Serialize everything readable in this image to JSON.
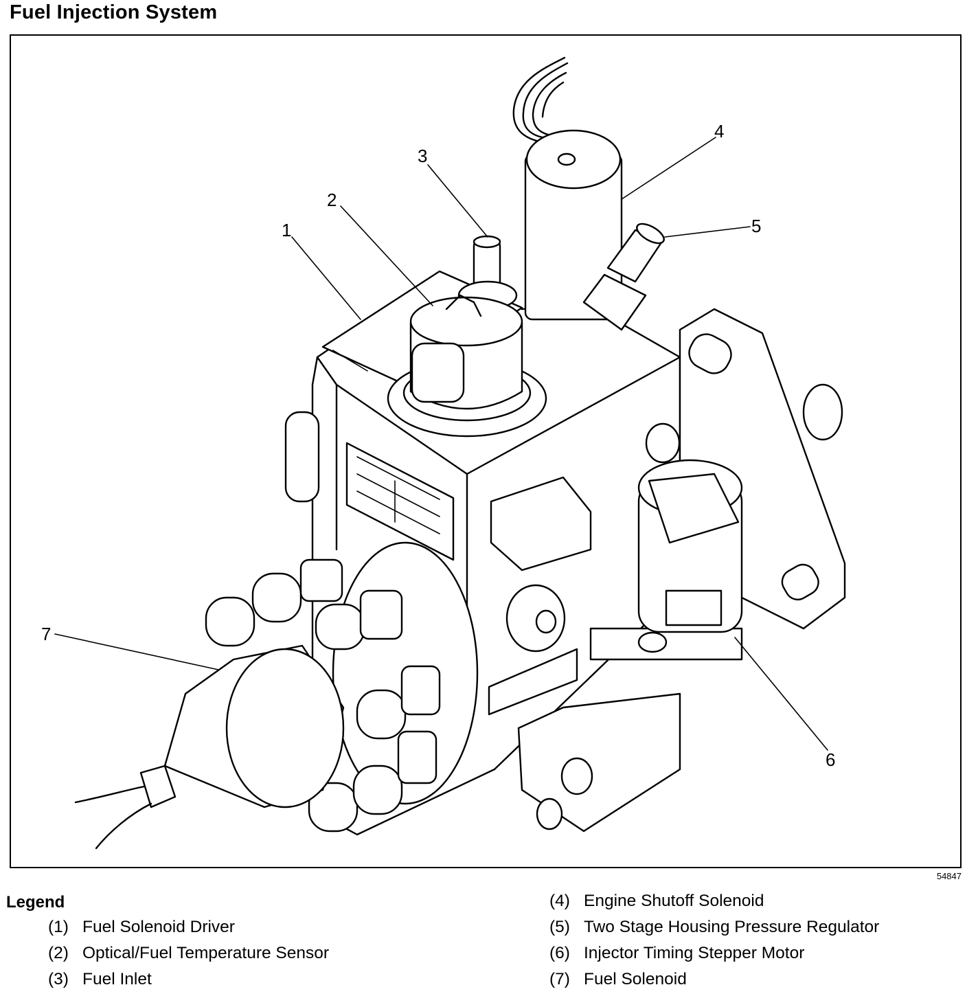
{
  "title": "Fuel Injection System",
  "figure_id": "54847",
  "legend": {
    "title": "Legend",
    "items": [
      {
        "num": "(1)",
        "label": "Fuel Solenoid Driver"
      },
      {
        "num": "(2)",
        "label": "Optical/Fuel Temperature Sensor"
      },
      {
        "num": "(3)",
        "label": "Fuel Inlet"
      },
      {
        "num": "(4)",
        "label": "Engine Shutoff Solenoid"
      },
      {
        "num": "(5)",
        "label": "Two Stage Housing Pressure Regulator"
      },
      {
        "num": "(6)",
        "label": "Injector Timing Stepper Motor"
      },
      {
        "num": "(7)",
        "label": "Fuel Solenoid"
      }
    ]
  },
  "callouts": [
    "1",
    "2",
    "3",
    "4",
    "5",
    "6",
    "7"
  ]
}
